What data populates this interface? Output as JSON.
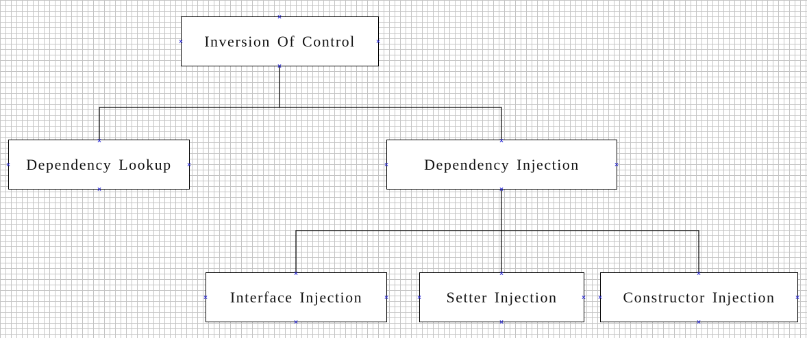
{
  "diagram": {
    "nodes": {
      "root": "Inversion Of Control",
      "lookup": "Dependency Lookup",
      "injection": "Dependency Injection",
      "interface": "Interface Injection",
      "setter": "Setter Injection",
      "constructor": "Constructor Injection"
    },
    "edges": [
      [
        "root",
        "lookup"
      ],
      [
        "root",
        "injection"
      ],
      [
        "injection",
        "interface"
      ],
      [
        "injection",
        "setter"
      ],
      [
        "injection",
        "constructor"
      ]
    ]
  }
}
